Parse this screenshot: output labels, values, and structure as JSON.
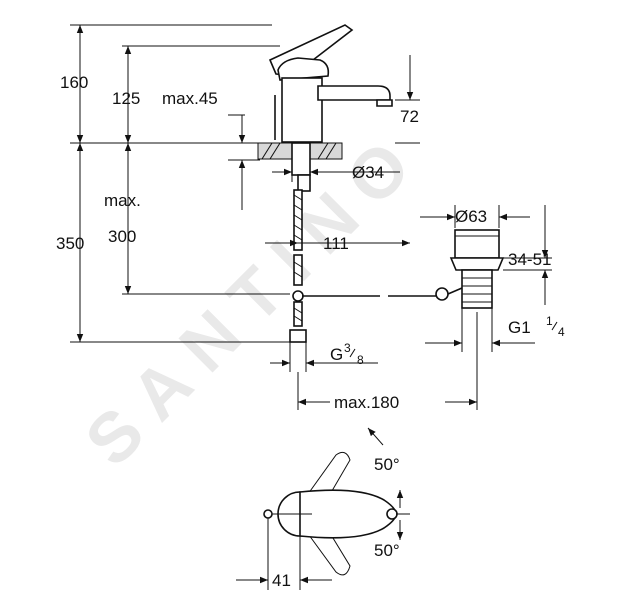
{
  "watermark": "SANTINO",
  "dimensions": {
    "d160": "160",
    "d125": "125",
    "max45": "max.45",
    "d72": "72",
    "d34": "Ø34",
    "max_label": "max.",
    "d350": "350",
    "d300": "300",
    "d111": "111",
    "d63": "Ø63",
    "d3451": "34-51",
    "g1": "G1",
    "g1_num": "1",
    "g1_den": "4",
    "g38": "G",
    "g38_num": "3",
    "g38_den": "8",
    "max180": "max.180",
    "angle_top": "50°",
    "angle_bottom": "50°",
    "d41": "41"
  }
}
